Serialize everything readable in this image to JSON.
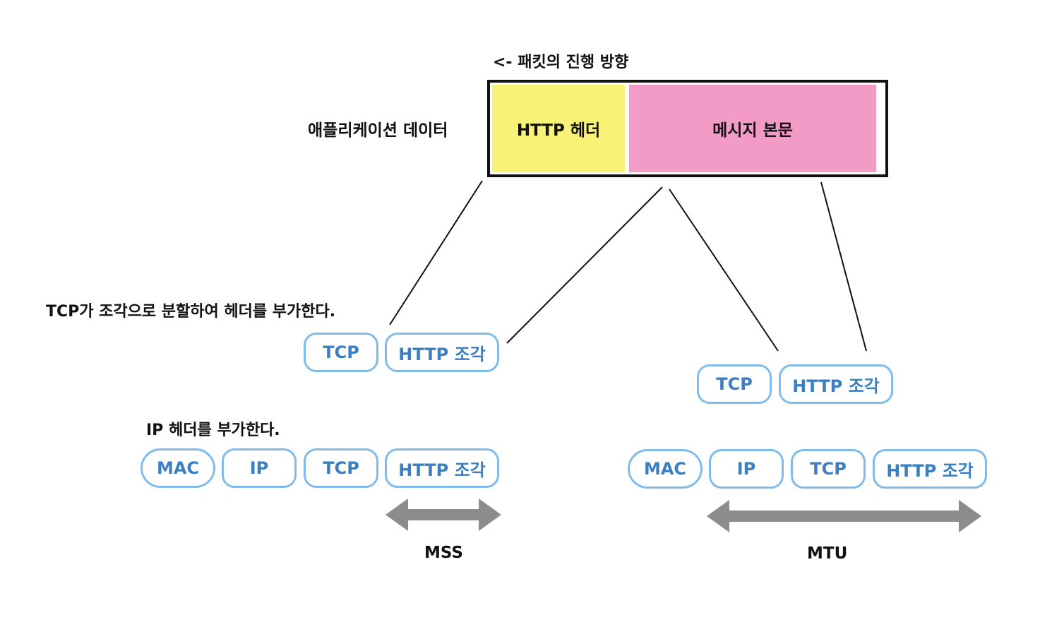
{
  "direction_label": "<- 패킷의 진행 방향",
  "app_data_label": "애플리케이션 데이터",
  "packet": {
    "http_header": "HTTP 헤더",
    "message_body": "메시지 본문"
  },
  "tcp_step_label": "TCP가 조각으로 분할하여 헤더를 부가한다.",
  "ip_step_label": "IP 헤더를 부가한다.",
  "segments": {
    "tcp": "TCP",
    "http_fragment": "HTTP 조각",
    "ip": "IP",
    "mac": "MAC"
  },
  "mss_label": "MSS",
  "mtu_label": "MTU",
  "colors": {
    "http_header_fill": "#f8f277",
    "message_body_fill": "#f39bc7",
    "pill_border": "#7fbcec",
    "pill_text": "#3b7fc2",
    "arrow": "#8c8c8c"
  }
}
